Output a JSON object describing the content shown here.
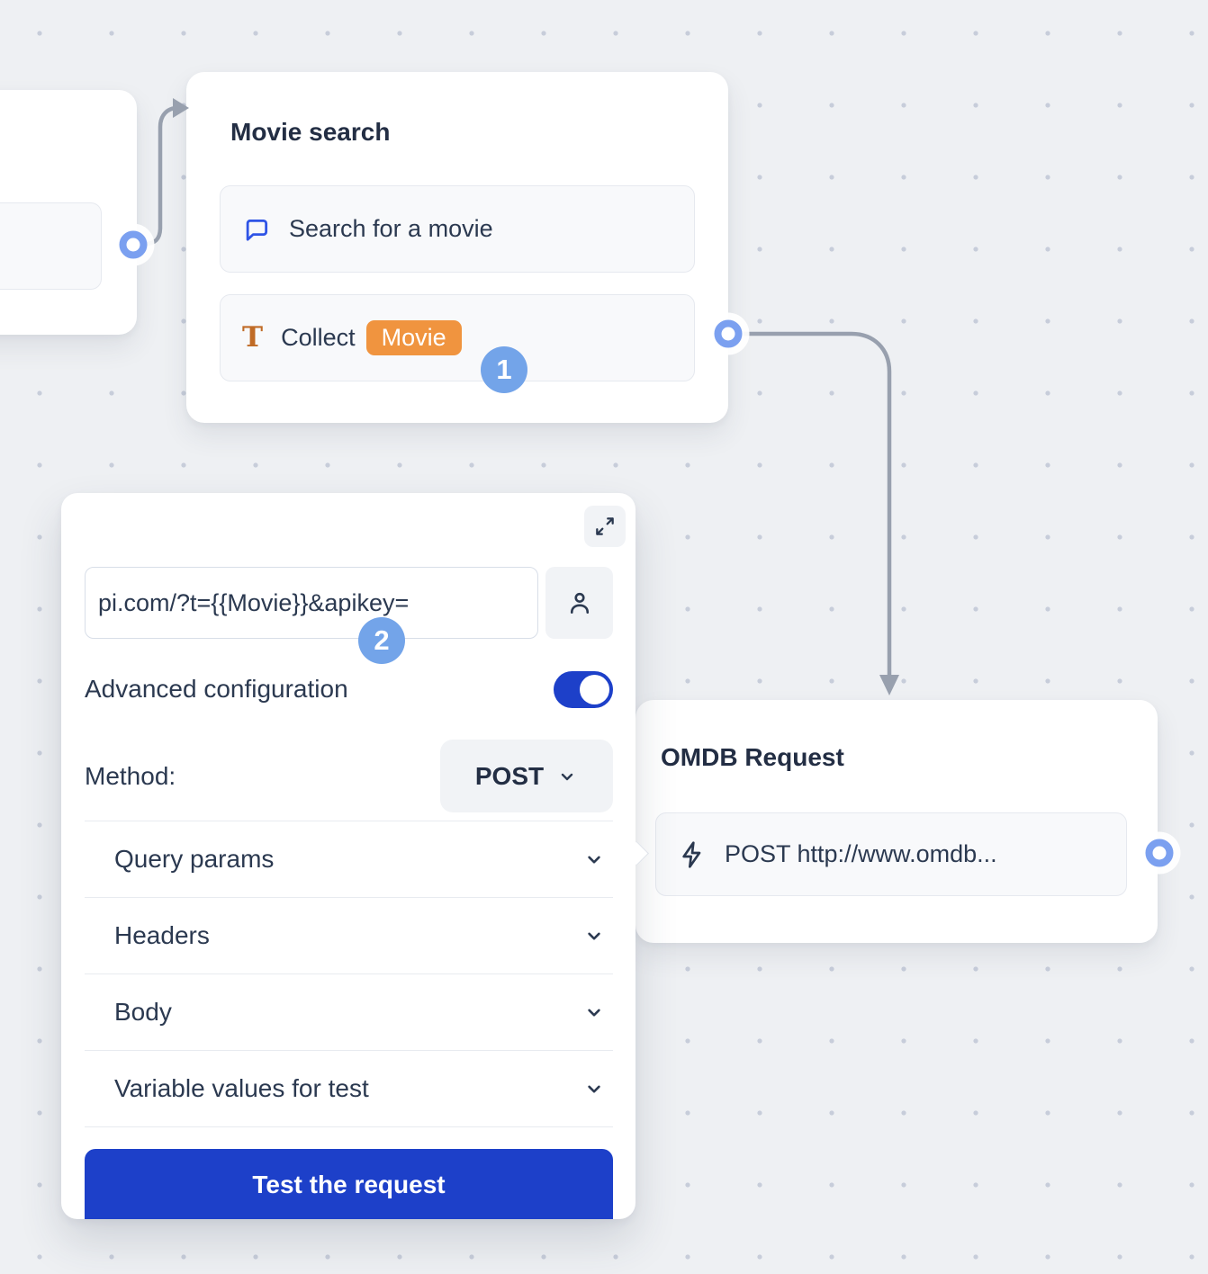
{
  "movie_search_node": {
    "title": "Movie search",
    "items": [
      {
        "icon": "chat-bubble-icon",
        "label": "Search for a movie"
      },
      {
        "icon": "text-variable-icon",
        "label": "Collect",
        "variable_badge": "Movie"
      }
    ]
  },
  "annotations": {
    "step_1": "1",
    "step_2": "2"
  },
  "request_editor_panel": {
    "url_input_value": "pi.com/?t={{Movie}}&apikey=",
    "advanced_configuration_label": "Advanced configuration",
    "advanced_configuration_enabled": true,
    "method_label": "Method:",
    "method_value": "POST",
    "sections": [
      "Query params",
      "Headers",
      "Body",
      "Variable values for test"
    ],
    "test_button_label": "Test the request"
  },
  "omdb_node": {
    "title": "OMDB Request",
    "item_label": "POST http://www.omdb..."
  },
  "colors": {
    "canvas_background": "#eef0f3",
    "dot_color": "#c7cdda",
    "primary_blue": "#1d40c9",
    "badge_blue": "#73a4e9",
    "port_ring_blue": "#7ba0f0",
    "variable_orange": "#f0943f",
    "connector_gray": "#98a0ae",
    "text_dark": "#2b3950"
  }
}
